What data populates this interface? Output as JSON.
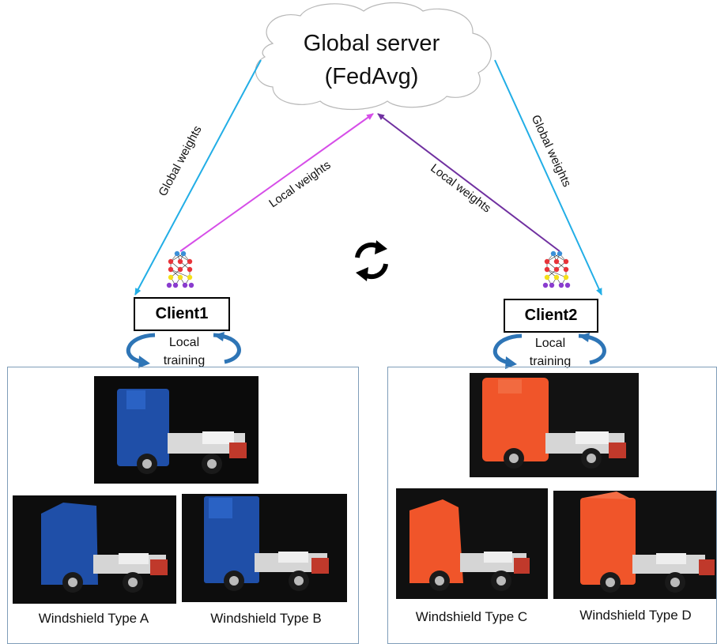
{
  "server": {
    "title": "Global server",
    "subtitle": "(FedAvg)"
  },
  "edges": {
    "global_left": "Global weights",
    "local_left": "Local weights",
    "local_right": "Local weights",
    "global_right": "Global weights"
  },
  "clients": [
    {
      "name": "Client1",
      "training_line1": "Local",
      "training_line2": "training"
    },
    {
      "name": "Client2",
      "training_line1": "Local",
      "training_line2": "training"
    }
  ],
  "captions": {
    "a": "Windshield Type A",
    "b": "Windshield Type B",
    "c": "Windshield Type C",
    "d": "Windshield Type D"
  },
  "colors": {
    "global_arrow": "#22aee6",
    "client1_local_arrow": "#d64ee8",
    "client2_local_arrow": "#7030a0",
    "cycle_arrow": "#2e75b6",
    "truck_blue": "#1f4fa8",
    "truck_orange": "#f0552a"
  },
  "icons": [
    "neural-network-icon",
    "sync-icon",
    "rotate-arrows-icon"
  ]
}
